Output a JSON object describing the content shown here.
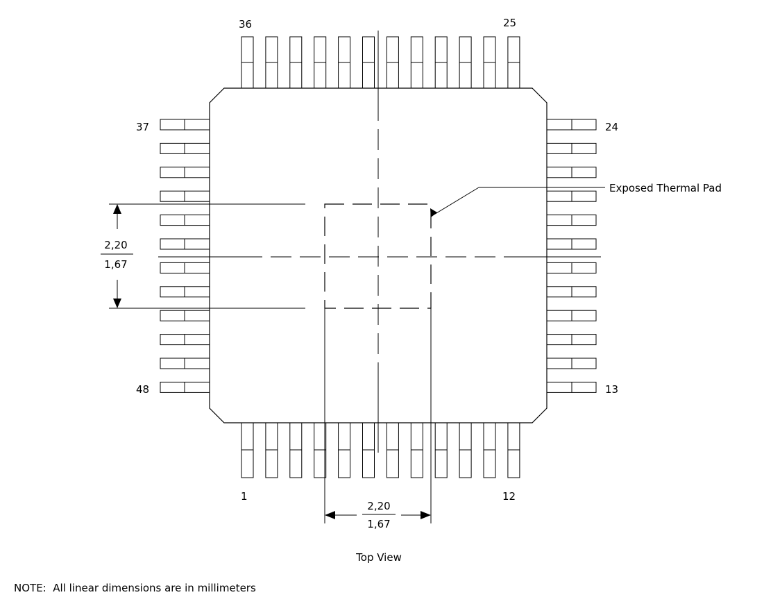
{
  "drawing": {
    "view_label": "Top View",
    "note": "NOTE:  All linear dimensions are in millimeters",
    "callout": "Exposed Thermal Pad",
    "pins_per_side": 12,
    "pin_labels": {
      "top_left": "36",
      "top_right": "25",
      "left_top": "37",
      "left_bottom": "48",
      "right_top": "24",
      "right_bottom": "13",
      "bottom_left": "1",
      "bottom_right": "12"
    },
    "dim_vertical": {
      "max": "2,20",
      "min": "1,67"
    },
    "dim_horizontal": {
      "max": "2,20",
      "min": "1,67"
    },
    "colors": {
      "ink": "#000000",
      "paper": "#ffffff"
    }
  }
}
